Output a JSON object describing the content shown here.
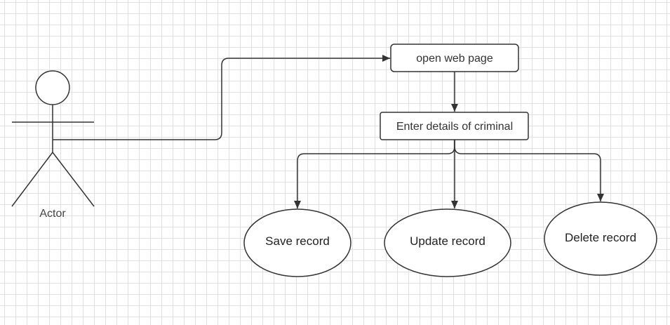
{
  "actor": {
    "label": "Actor"
  },
  "nodes": {
    "open_web_page": "open web page",
    "enter_details": "Enter details of criminal"
  },
  "use_cases": {
    "save": "Save record",
    "update": "Update record",
    "delete": "Delete record"
  },
  "colors": {
    "stroke": "#333333",
    "grid": "#e2e2e2",
    "background": "#ffffff"
  }
}
